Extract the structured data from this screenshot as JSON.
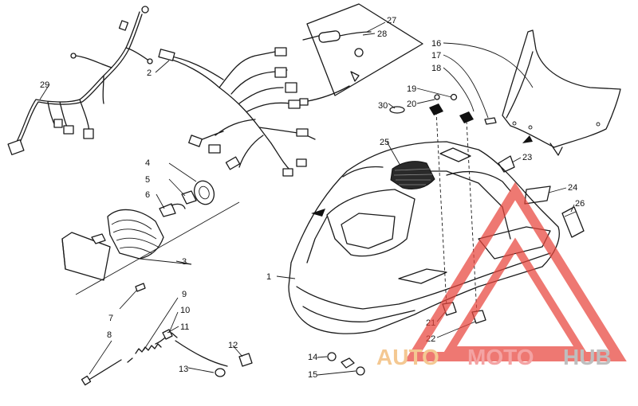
{
  "callouts": [
    "1",
    "2",
    "3",
    "4",
    "5",
    "6",
    "7",
    "8",
    "9",
    "10",
    "11",
    "12",
    "13",
    "14",
    "15",
    "16",
    "17",
    "18",
    "19",
    "20",
    "21",
    "22",
    "23",
    "24",
    "25",
    "26",
    "27",
    "28",
    "29",
    "30"
  ],
  "watermark": {
    "word_a": "AUTO",
    "word_b": "MOTO",
    "word_c": "HUB",
    "color_a": "#f0b469",
    "color_b": "#f08080",
    "color_c": "#a6a6a6",
    "triangle_color": "#e8453c"
  }
}
